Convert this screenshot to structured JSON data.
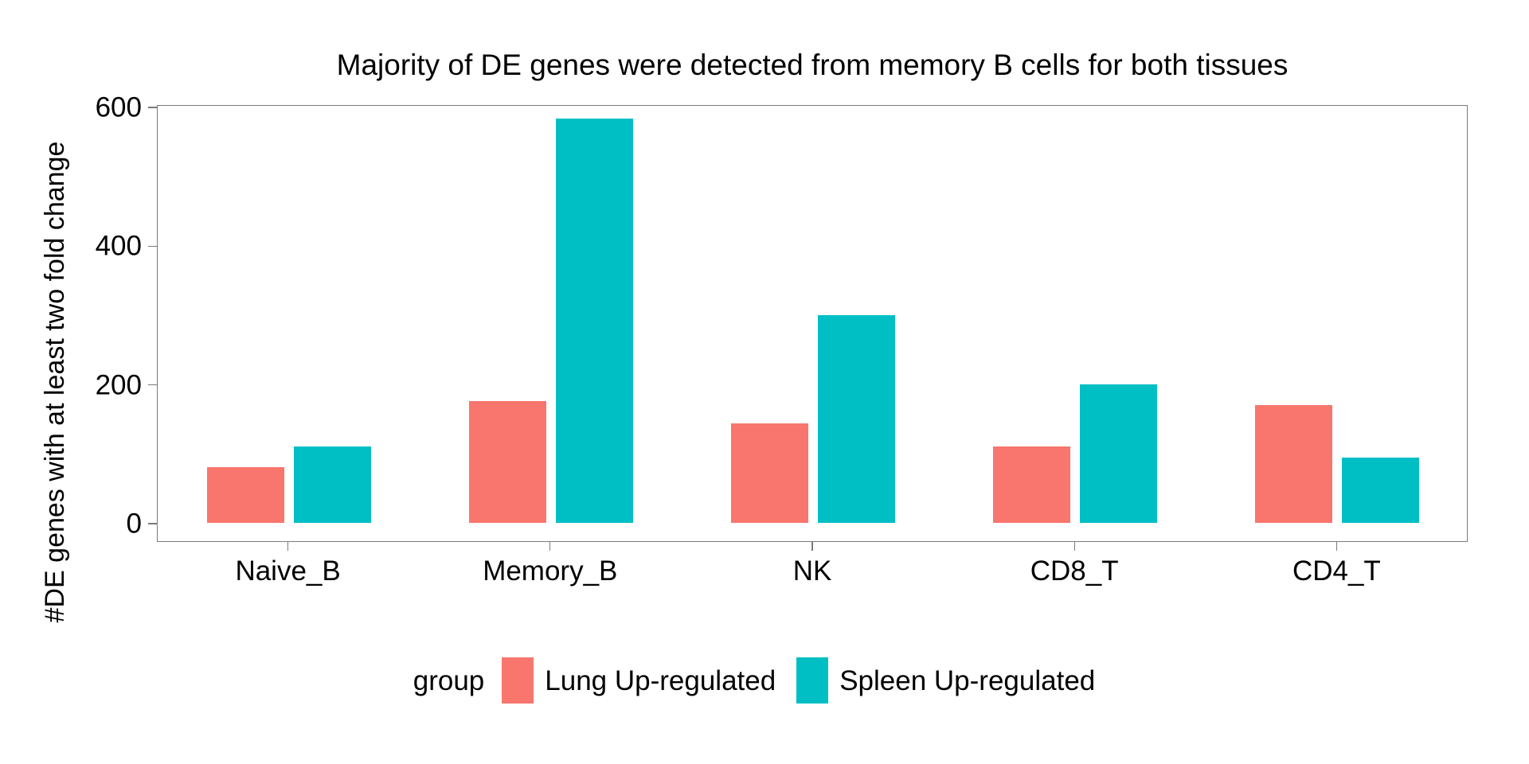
{
  "chart_data": {
    "type": "bar",
    "title": "Majority of DE genes were detected from memory B cells for both tissues",
    "xlabel": "",
    "ylabel": "#DE genes with at least two fold change",
    "categories": [
      "Naive_B",
      "Memory_B",
      "NK",
      "CD8_T",
      "CD4_T"
    ],
    "series": [
      {
        "name": "Lung Up-regulated",
        "color": "#F8766D",
        "values": [
          80,
          175,
          143,
          110,
          170
        ]
      },
      {
        "name": "Spleen Up-regulated",
        "color": "#00BFC4",
        "values": [
          110,
          583,
          300,
          200,
          94
        ]
      }
    ],
    "ylim": [
      0,
      620
    ],
    "yticks": [
      0,
      200,
      400,
      600
    ],
    "ytick_labels": [
      "0",
      "200",
      "400",
      "600"
    ],
    "grid": false,
    "legend_title": "group",
    "legend_position": "bottom",
    "panel_background": "#FFFFFF",
    "panel_border_color": "#7A7A7A",
    "axis_text_color": "#000000"
  },
  "legend": {
    "title": "group",
    "entries": [
      {
        "label": "Lung Up-regulated",
        "color": "#F8766D"
      },
      {
        "label": "Spleen Up-regulated",
        "color": "#00BFC4"
      }
    ]
  }
}
